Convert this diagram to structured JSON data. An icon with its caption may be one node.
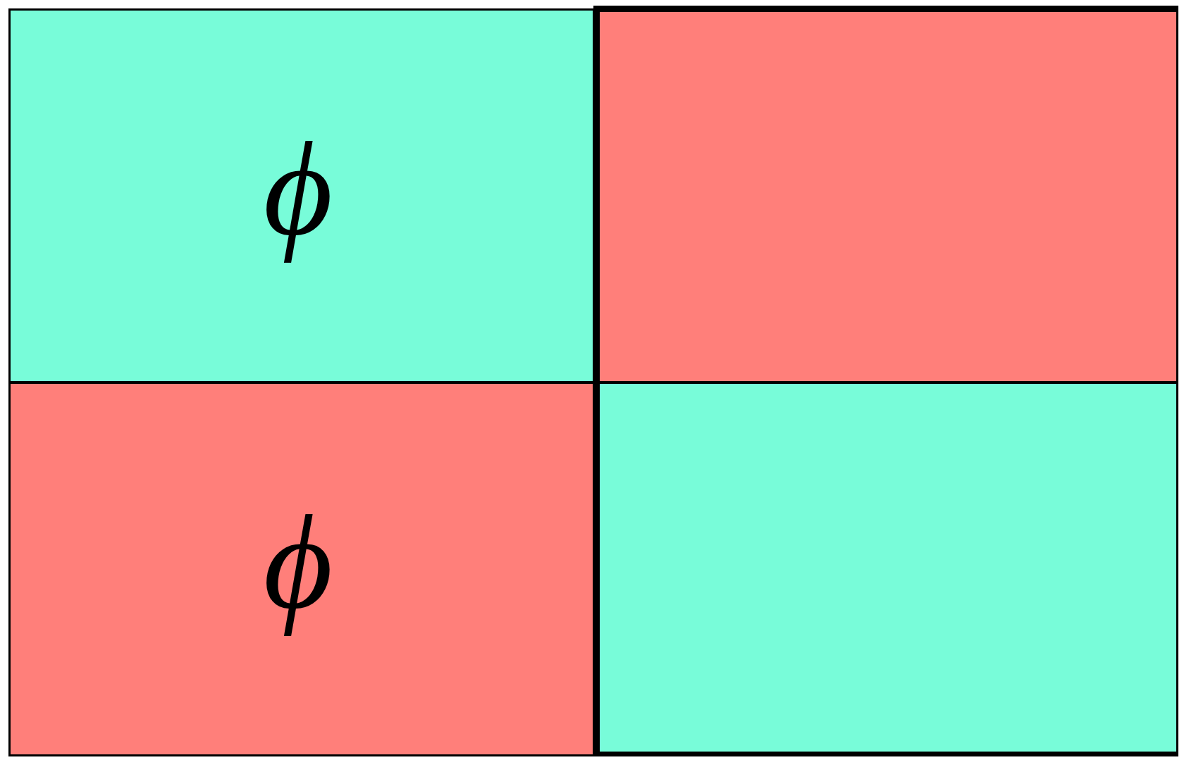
{
  "diagram": {
    "nodes": [
      {
        "text": [
          "ϕ"
        ]
      },
      {
        "text": [],
        "shape": "box"
      },
      {
        "text": [
          "ϕ"
        ]
      },
      {
        "text": [],
        "shape": "box"
      }
    ]
  }
}
